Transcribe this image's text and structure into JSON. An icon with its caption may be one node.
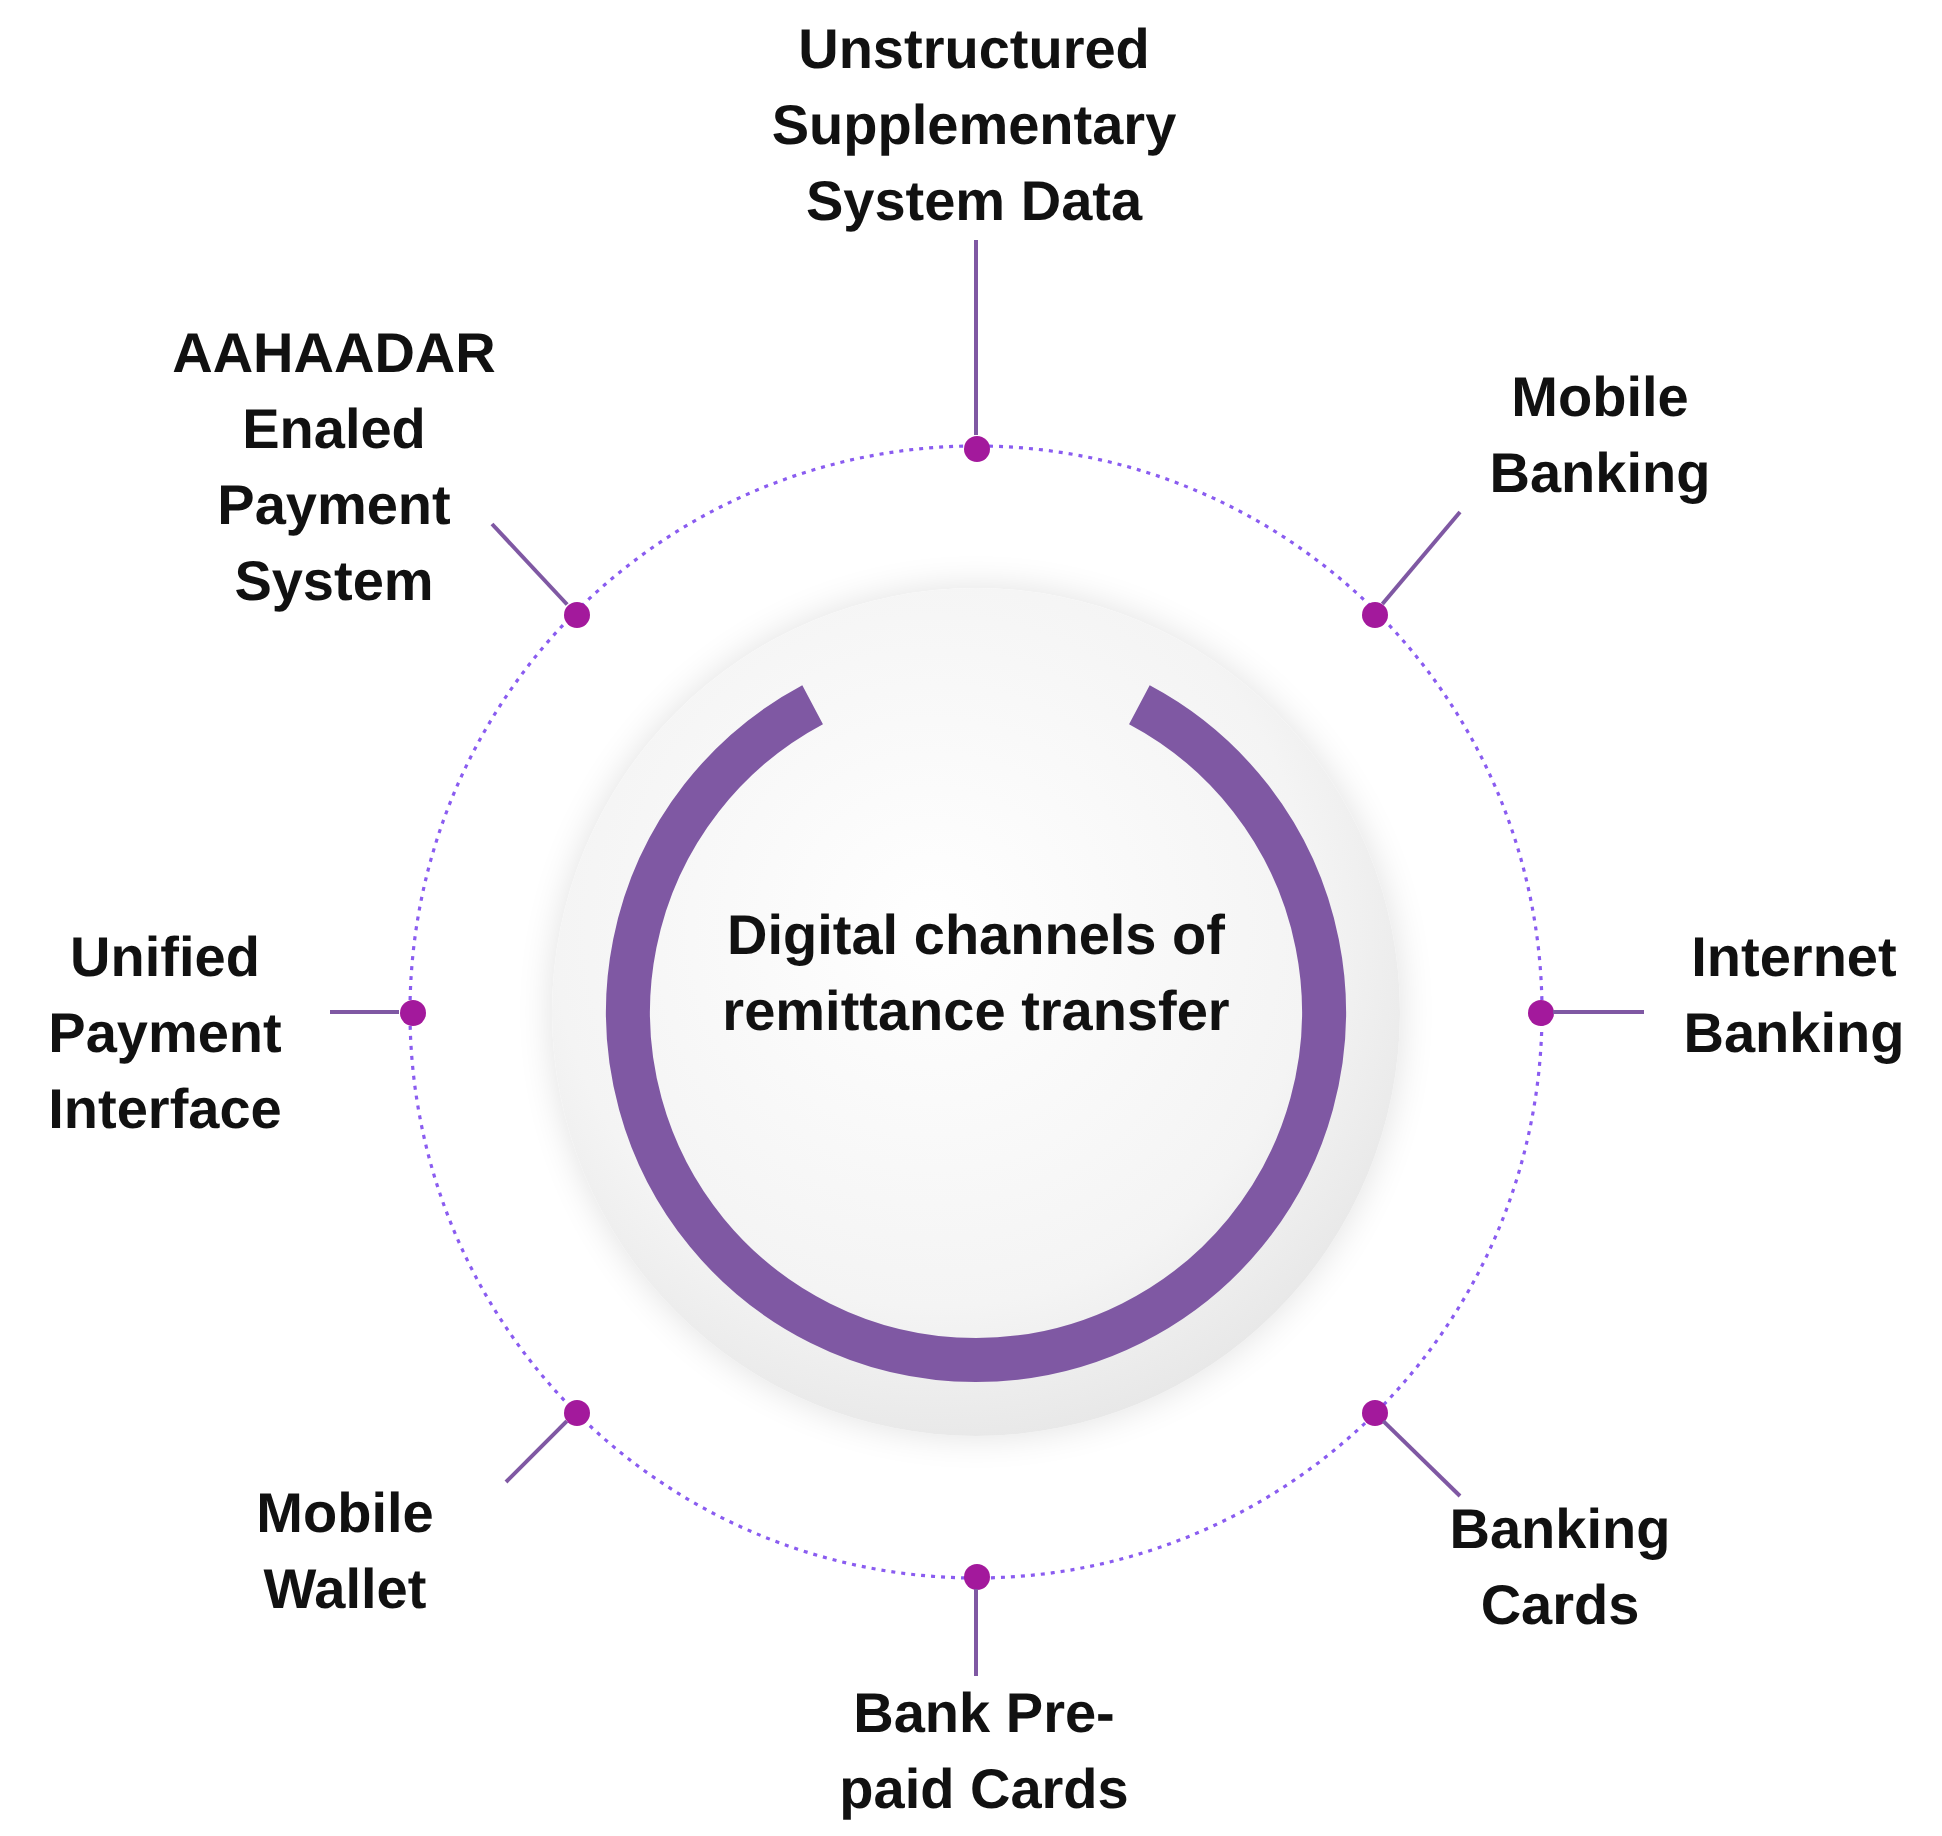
{
  "diagram": {
    "nodes": [
      {
        "text": [
          "Digital channels of remittance transfer"
        ]
      },
      {
        "text": [
          "Unstructured Supplementary System Data"
        ]
      },
      {
        "text": [
          "AAHAADAR Enaled Payment System"
        ]
      },
      {
        "text": [
          "Mobile Banking"
        ]
      },
      {
        "text": [
          "Unified Payment Interface"
        ]
      },
      {
        "text": [
          "Internet Banking"
        ]
      },
      {
        "text": [
          "Mobile Wallet"
        ]
      },
      {
        "text": [
          "Banking Cards"
        ]
      },
      {
        "text": [
          "Bank Pre-paid Cards"
        ]
      },
      {
        "text": [],
        "shape": "circle"
      },
      {
        "text": [],
        "shape": "circle"
      },
      {
        "text": [],
        "shape": "circle"
      },
      {
        "text": [],
        "shape": "circle"
      },
      {
        "text": [],
        "shape": "circle"
      },
      {
        "text": [],
        "shape": "circle"
      },
      {
        "text": [],
        "shape": "circle"
      },
      {
        "text": [],
        "shape": "circle"
      }
    ],
    "edges": [
      {
        "from": 1,
        "to": 9,
        "arrow": "none"
      },
      {
        "from": 2,
        "to": 10,
        "arrow": "none"
      },
      {
        "from": 3,
        "to": 11,
        "arrow": "none"
      },
      {
        "from": 4,
        "to": 12,
        "arrow": "none"
      },
      {
        "from": 5,
        "to": 13,
        "arrow": "none"
      },
      {
        "from": 6,
        "to": 14,
        "arrow": "none"
      },
      {
        "from": 7,
        "to": 15,
        "arrow": "none"
      },
      {
        "from": 8,
        "to": 16,
        "arrow": "none"
      }
    ]
  }
}
